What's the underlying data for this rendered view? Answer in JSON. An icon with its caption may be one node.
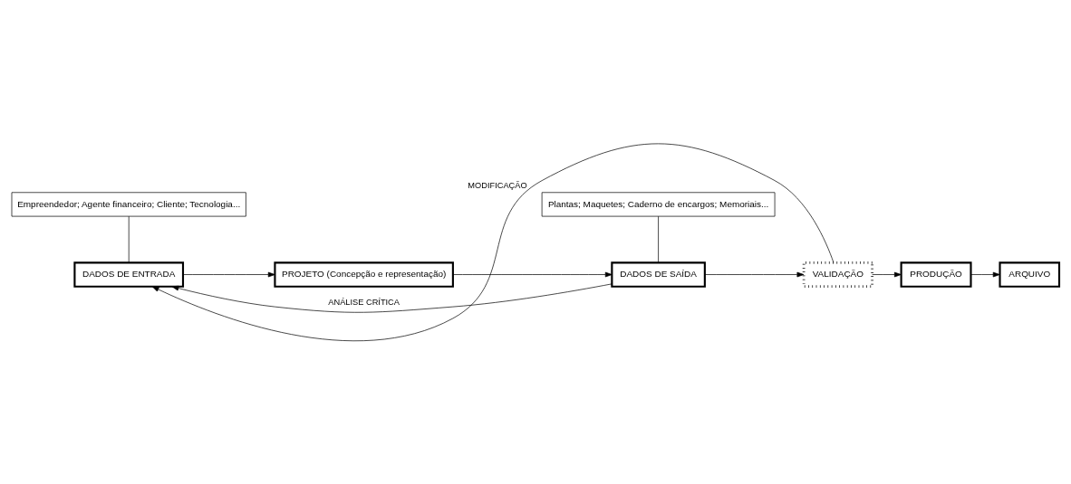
{
  "diagram": {
    "nodes": [
      {
        "text": [
          "Empreendedor; Agente financeiro; Cliente; Tecnologia..."
        ]
      },
      {
        "text": [
          "DADOS DE ENTRADA"
        ]
      },
      {
        "text": [
          "PROJETO (Concepção e representação)"
        ]
      },
      {
        "text": [
          "DADOS DE SAÍDA"
        ]
      },
      {
        "text": [
          "Plantas; Maquetes; Caderno de encargos; Memoriais..."
        ]
      },
      {
        "text": [
          "VALIDAÇÃO"
        ]
      },
      {
        "text": [
          "PRODUÇÃO"
        ]
      },
      {
        "text": [
          "ARQUIVO"
        ]
      }
    ],
    "edges": [
      {
        "from": 0,
        "to": 1,
        "arrow": "none"
      },
      {
        "from": 1,
        "to": 2,
        "arrow": "to"
      },
      {
        "from": 2,
        "to": 3,
        "arrow": "to"
      },
      {
        "from": 4,
        "to": 3,
        "arrow": "none"
      },
      {
        "from": 3,
        "to": 5,
        "arrow": "to"
      },
      {
        "from": 3,
        "to": 1,
        "arrow": "to",
        "label": "ANÁLISE CRÍTICA"
      },
      {
        "from": 5,
        "to": 6,
        "arrow": "to"
      },
      {
        "from": 5,
        "to": 1,
        "arrow": "to",
        "label": "MODIFICAÇÃO"
      },
      {
        "from": 6,
        "to": 7,
        "arrow": "to"
      }
    ]
  }
}
